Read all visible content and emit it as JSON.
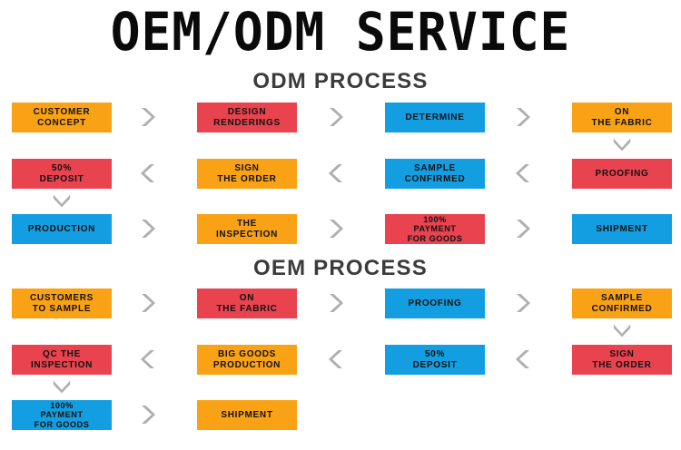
{
  "title": "OEM/ODM SERVICE",
  "colors": {
    "orange": "#f9a215",
    "red": "#e8434e",
    "blue": "#139ee2",
    "arrow_gray": "#afafaf",
    "title_text": "#0a0a0a",
    "section_text": "#3b3b3b",
    "background": "#ffffff"
  },
  "sections": [
    {
      "heading": "ODM PROCESS",
      "rows": [
        {
          "direction": "right",
          "boxes": [
            {
              "label": "CUSTOMER\nCONCEPT",
              "color": "orange"
            },
            {
              "label": "DESIGN\nRENDERINGS",
              "color": "red"
            },
            {
              "label": "DETERMINE",
              "color": "blue"
            },
            {
              "label": "ON\nTHE FABRIC",
              "color": "orange"
            }
          ],
          "arrows": [
            "chevron-right",
            "chevron-right",
            "chevron-right"
          ]
        },
        {
          "direction": "left",
          "boxes": [
            {
              "label": "50%\nDEPOSIT",
              "color": "red"
            },
            {
              "label": "SIGN\nTHE ORDER",
              "color": "orange"
            },
            {
              "label": "SAMPLE\nCONFIRMED",
              "color": "blue"
            },
            {
              "label": "PROOFING",
              "color": "red"
            }
          ],
          "arrows": [
            "chevron-left",
            "chevron-left",
            "chevron-left"
          ]
        },
        {
          "direction": "right",
          "boxes": [
            {
              "label": "PRODUCTION",
              "color": "blue"
            },
            {
              "label": "THE\nINSPECTION",
              "color": "orange"
            },
            {
              "label": "100%\nPAYMENT\nFOR GOODS",
              "color": "red"
            },
            {
              "label": "SHIPMENT",
              "color": "blue"
            }
          ],
          "arrows": [
            "chevron-right",
            "chevron-right",
            "chevron-right"
          ]
        }
      ],
      "connectors": [
        {
          "from_row": 1,
          "column": 4,
          "icon": "chevron-down-icon"
        },
        {
          "from_row": 2,
          "column": 1,
          "icon": "chevron-down-icon"
        }
      ]
    },
    {
      "heading": "OEM PROCESS",
      "rows": [
        {
          "direction": "right",
          "boxes": [
            {
              "label": "CUSTOMERS\nTO SAMPLE",
              "color": "orange"
            },
            {
              "label": "ON\nTHE FABRIC",
              "color": "red"
            },
            {
              "label": "PROOFING",
              "color": "blue"
            },
            {
              "label": "SAMPLE\nCONFIRMED",
              "color": "orange"
            }
          ],
          "arrows": [
            "chevron-right",
            "chevron-right",
            "chevron-right"
          ]
        },
        {
          "direction": "left",
          "boxes": [
            {
              "label": "QC THE\nINSPECTION",
              "color": "red"
            },
            {
              "label": "BIG GOODS\nPRODUCTION",
              "color": "orange"
            },
            {
              "label": "50%\nDEPOSIT",
              "color": "blue"
            },
            {
              "label": "SIGN\nTHE ORDER",
              "color": "red"
            }
          ],
          "arrows": [
            "chevron-left",
            "chevron-left",
            "chevron-left"
          ]
        },
        {
          "direction": "right",
          "boxes": [
            {
              "label": "100%\nPAYMENT\nFOR GOODS",
              "color": "blue"
            },
            {
              "label": "SHIPMENT",
              "color": "orange"
            }
          ],
          "arrows": [
            "chevron-right"
          ]
        }
      ],
      "connectors": [
        {
          "from_row": 1,
          "column": 4,
          "icon": "chevron-down-icon"
        },
        {
          "from_row": 2,
          "column": 1,
          "icon": "chevron-down-icon"
        }
      ]
    }
  ]
}
